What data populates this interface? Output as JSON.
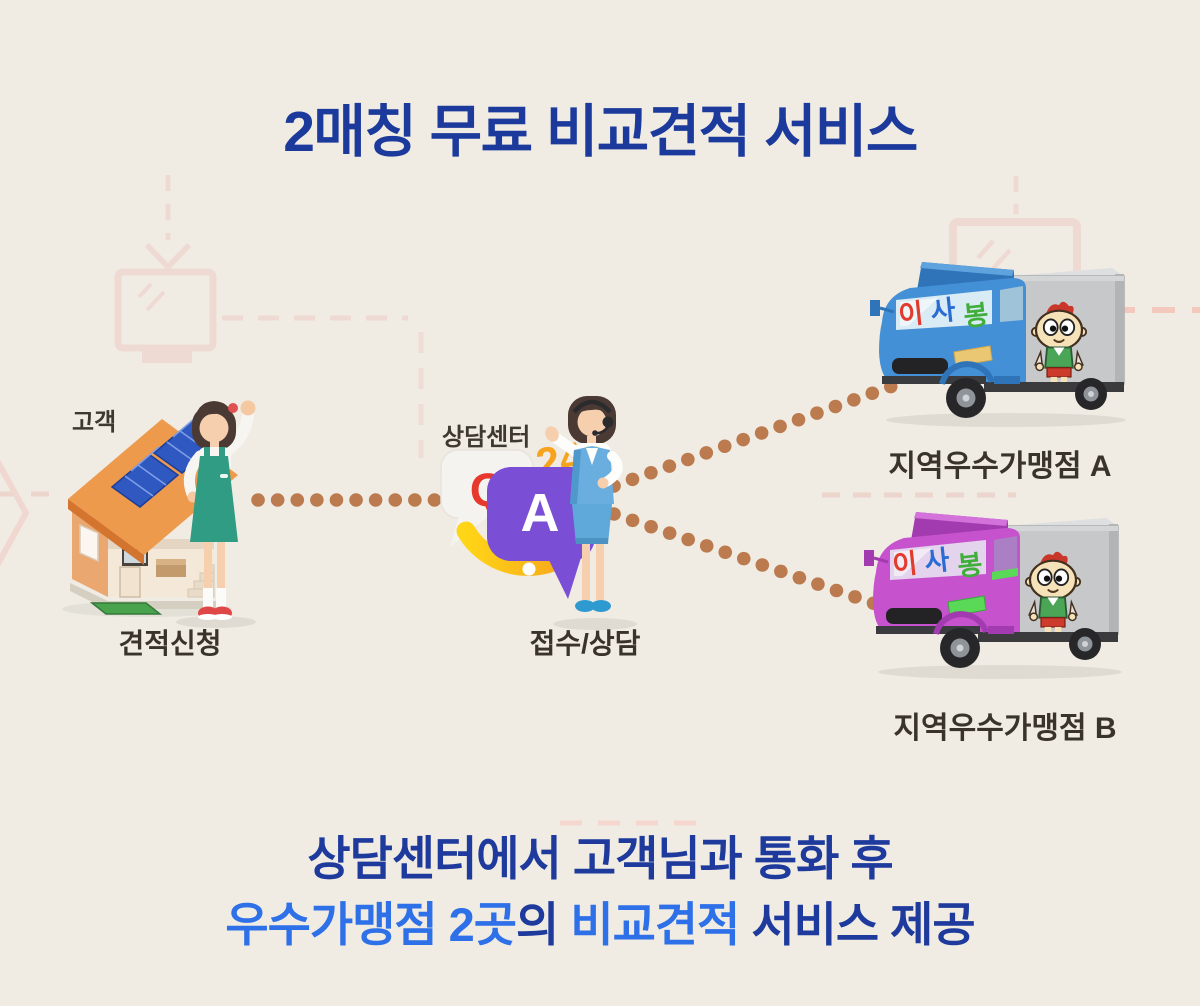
{
  "page": {
    "title": "2매칭 무료 비교견적 서비스"
  },
  "nodes": {
    "customer": {
      "label": "고객",
      "caption": "견적신청"
    },
    "call_center": {
      "label": "상담센터",
      "caption": "접수/상담",
      "qa_icon": {
        "q": "Q",
        "a": "A",
        "badge_24": "24"
      }
    },
    "partner_a": {
      "label": "지역우수가맹점 A"
    },
    "partner_b": {
      "label": "지역우수가맹점 B"
    }
  },
  "trucks": {
    "logo_chars": [
      "이",
      "사",
      "봉"
    ],
    "logo_colors": [
      "#e23c2e",
      "#2b6bd4",
      "#3fae3a"
    ]
  },
  "footer": {
    "line1": "상담센터에서 고객님과 통화 후",
    "line2_segments": [
      {
        "text": "우수가맹점 2곳",
        "highlight": true
      },
      {
        "text": "의 ",
        "highlight": false
      },
      {
        "text": "비교견적",
        "highlight": true
      },
      {
        "text": " 서비스 제공",
        "highlight": false
      }
    ]
  },
  "palette": {
    "background": "#f0ece3",
    "title_navy": "#1c3a9c",
    "highlight_blue": "#2e70e8",
    "caption_dark": "#3a332c",
    "dot_brown": "#bc7a4f",
    "decor_pink": "#eedad2",
    "truck_a_cab": "#4490d6",
    "truck_b_cab": "#c653cd",
    "roof_orange": "#ee9a4d",
    "apron_teal": "#2f9c83",
    "vest_blue": "#69aede",
    "bubble_purple": "#7a4ed5",
    "arc_yellow": "#ffd517",
    "arc_orange": "#f59c1d",
    "q_red": "#e6382c",
    "badge_orange": "#f6a41e"
  }
}
